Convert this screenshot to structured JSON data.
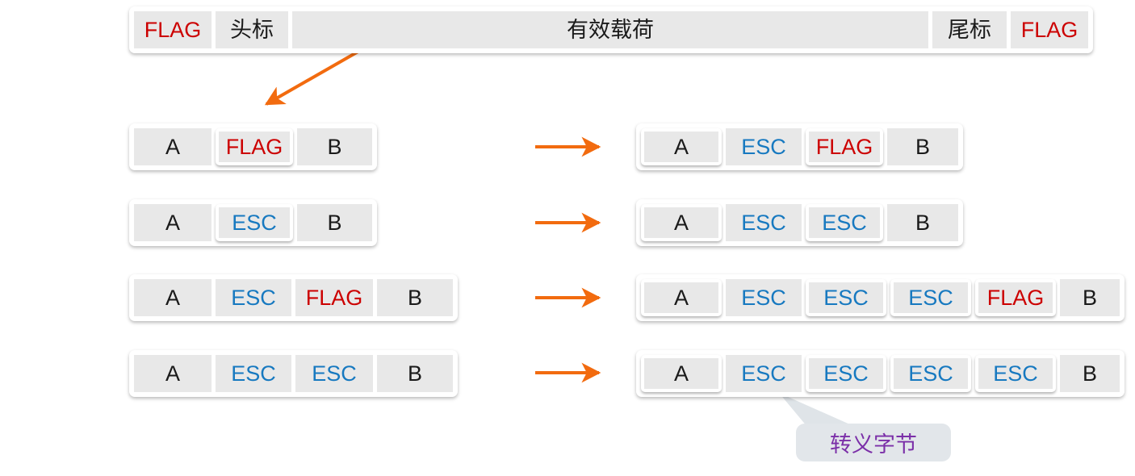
{
  "title": "Byte stuffing / escape byte framing diagram",
  "colors": {
    "flag": "#cc0000",
    "esc": "#1779c0",
    "plain": "#1a1a1a",
    "arrow": "#f26b0f",
    "callout_text": "#7b2fa8",
    "cell_bg": "#e8e8e8",
    "callout_bg": "#e2e6ea"
  },
  "frame": {
    "cells": [
      {
        "text": "FLAG",
        "kind": "flag"
      },
      {
        "text": "头标",
        "kind": "plain"
      },
      {
        "text": "有效载荷",
        "kind": "plain"
      },
      {
        "text": "尾标",
        "kind": "plain"
      },
      {
        "text": "FLAG",
        "kind": "flag"
      }
    ]
  },
  "rows": [
    {
      "before": [
        {
          "text": "A",
          "kind": "plain"
        },
        {
          "text": "FLAG",
          "kind": "flag"
        },
        {
          "text": "B",
          "kind": "plain"
        }
      ],
      "after": [
        {
          "text": "A",
          "kind": "plain"
        },
        {
          "text": "ESC",
          "kind": "esc"
        },
        {
          "text": "FLAG",
          "kind": "flag"
        },
        {
          "text": "B",
          "kind": "plain"
        }
      ]
    },
    {
      "before": [
        {
          "text": "A",
          "kind": "plain"
        },
        {
          "text": "ESC",
          "kind": "esc"
        },
        {
          "text": "B",
          "kind": "plain"
        }
      ],
      "after": [
        {
          "text": "A",
          "kind": "plain"
        },
        {
          "text": "ESC",
          "kind": "esc"
        },
        {
          "text": "ESC",
          "kind": "esc"
        },
        {
          "text": "B",
          "kind": "plain"
        }
      ]
    },
    {
      "before": [
        {
          "text": "A",
          "kind": "plain"
        },
        {
          "text": "ESC",
          "kind": "esc"
        },
        {
          "text": "FLAG",
          "kind": "flag"
        },
        {
          "text": "B",
          "kind": "plain"
        }
      ],
      "after": [
        {
          "text": "A",
          "kind": "plain"
        },
        {
          "text": "ESC",
          "kind": "esc"
        },
        {
          "text": "ESC",
          "kind": "esc"
        },
        {
          "text": "ESC",
          "kind": "esc"
        },
        {
          "text": "FLAG",
          "kind": "flag"
        },
        {
          "text": "B",
          "kind": "plain"
        }
      ]
    },
    {
      "before": [
        {
          "text": "A",
          "kind": "plain"
        },
        {
          "text": "ESC",
          "kind": "esc"
        },
        {
          "text": "ESC",
          "kind": "esc"
        },
        {
          "text": "B",
          "kind": "plain"
        }
      ],
      "after": [
        {
          "text": "A",
          "kind": "plain"
        },
        {
          "text": "ESC",
          "kind": "esc"
        },
        {
          "text": "ESC",
          "kind": "esc"
        },
        {
          "text": "ESC",
          "kind": "esc"
        },
        {
          "text": "ESC",
          "kind": "esc"
        },
        {
          "text": "B",
          "kind": "plain"
        }
      ]
    }
  ],
  "callout": {
    "label": "转义字节"
  },
  "arrows": {
    "payload_pointer": "diagonal-orange-arrow",
    "transform": "horizontal-orange-arrow",
    "count": 4
  }
}
